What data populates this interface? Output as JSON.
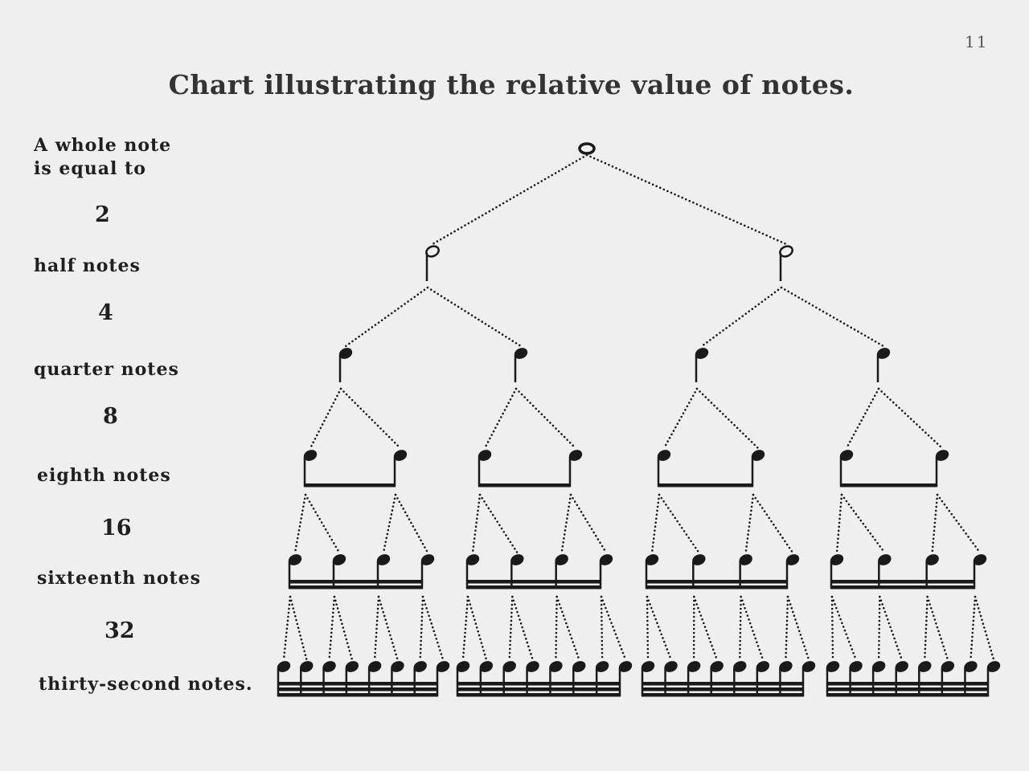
{
  "page_number": "11",
  "title": "Chart illustrating the relative value of notes.",
  "labels": {
    "whole_line1": "A whole note",
    "whole_line2": "is equal to",
    "half": "half notes",
    "quarter": "quarter notes",
    "eighth": "eighth notes",
    "sixteenth": "sixteenth notes",
    "thirty_second": "thirty-second notes."
  },
  "counts": {
    "half": "2",
    "quarter": "4",
    "eighth": "8",
    "sixteenth": "16",
    "thirty_second": "32"
  },
  "tree": {
    "levels": [
      {
        "note": "whole",
        "count": 1
      },
      {
        "note": "half",
        "count": 2
      },
      {
        "note": "quarter",
        "count": 4
      },
      {
        "note": "eighth",
        "count": 8,
        "beams": 1
      },
      {
        "note": "sixteenth",
        "count": 16,
        "beams": 2
      },
      {
        "note": "thirty-second",
        "count": 32,
        "beams": 3
      }
    ],
    "color": "#1a1a1a"
  }
}
